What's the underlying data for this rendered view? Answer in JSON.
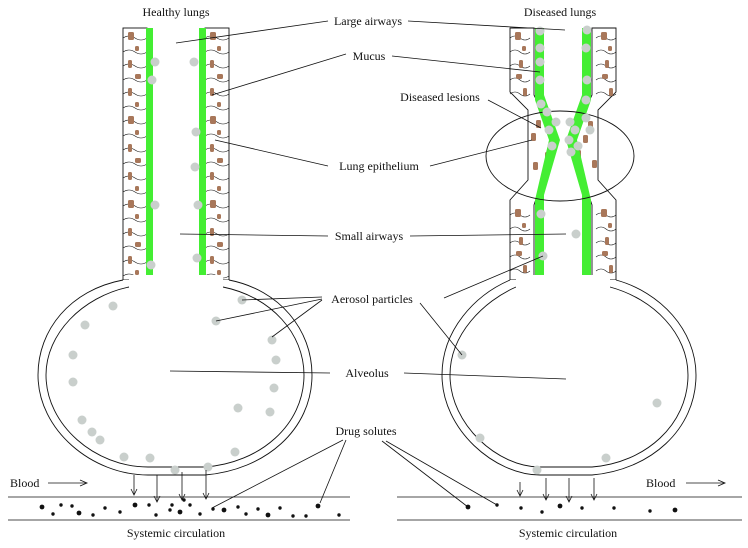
{
  "labels": {
    "healthy_title": "Healthy lungs",
    "diseased_title": "Diseased lungs",
    "large_airways": "Large airways",
    "mucus": "Mucus",
    "diseased_lesions": "Diseased lesions",
    "lung_epithelium": "Lung epithelium",
    "small_airways": "Small airways",
    "aerosol_particles": "Aerosol particles",
    "alveolus": "Alveolus",
    "drug_solutes": "Drug solutes",
    "blood_left": "Blood",
    "blood_right": "Blood",
    "systemic_left": "Systemic circulation",
    "systemic_right": "Systemic circulation"
  },
  "colors": {
    "mucus": "#44ee33",
    "cells": "#a8775a",
    "aerosol": "#c9cfcc",
    "outline": "#111111"
  }
}
